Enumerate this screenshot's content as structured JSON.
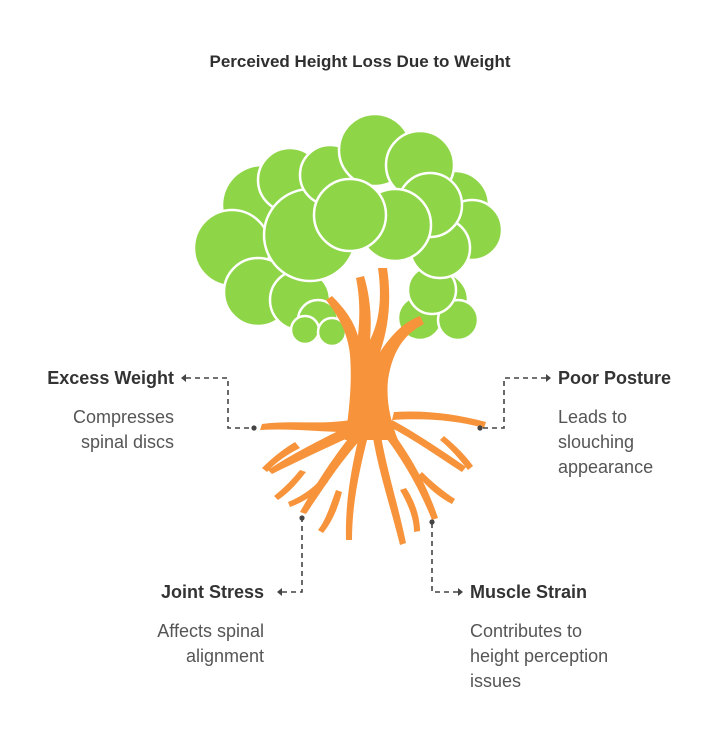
{
  "title": "Perceived Height Loss Due to Weight",
  "colors": {
    "foliage": "#8fd548",
    "foliage_outline": "#ffffff",
    "trunk": "#f7933a",
    "connector": "#444444",
    "text_heading": "#333333",
    "text_body": "#555555"
  },
  "items": [
    {
      "label": "Excess Weight",
      "description": [
        "Compresses",
        "spinal discs"
      ]
    },
    {
      "label": "Poor Posture",
      "description": [
        "Leads to",
        "slouching",
        "appearance"
      ]
    },
    {
      "label": "Joint Stress",
      "description": [
        "Affects spinal",
        "alignment"
      ]
    },
    {
      "label": "Muscle Strain",
      "description": [
        "Contributes to",
        "height perception",
        "issues"
      ]
    }
  ]
}
